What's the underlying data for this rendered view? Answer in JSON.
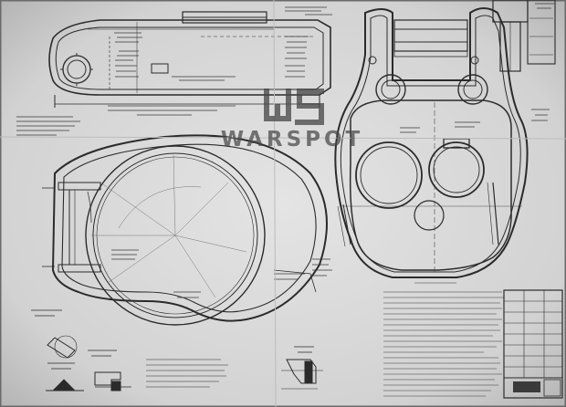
{
  "watermark": {
    "logo": "WS",
    "text": "WARSPOT"
  },
  "colors": {
    "paper": "#d9d9d9",
    "ink": "#2a2a2a",
    "frame": "#585858",
    "watermark": "#4a4a4a"
  },
  "views": [
    "turret-side-view",
    "turret-plan-view",
    "turret-front-view",
    "section-details",
    "notes-block",
    "title-block"
  ]
}
